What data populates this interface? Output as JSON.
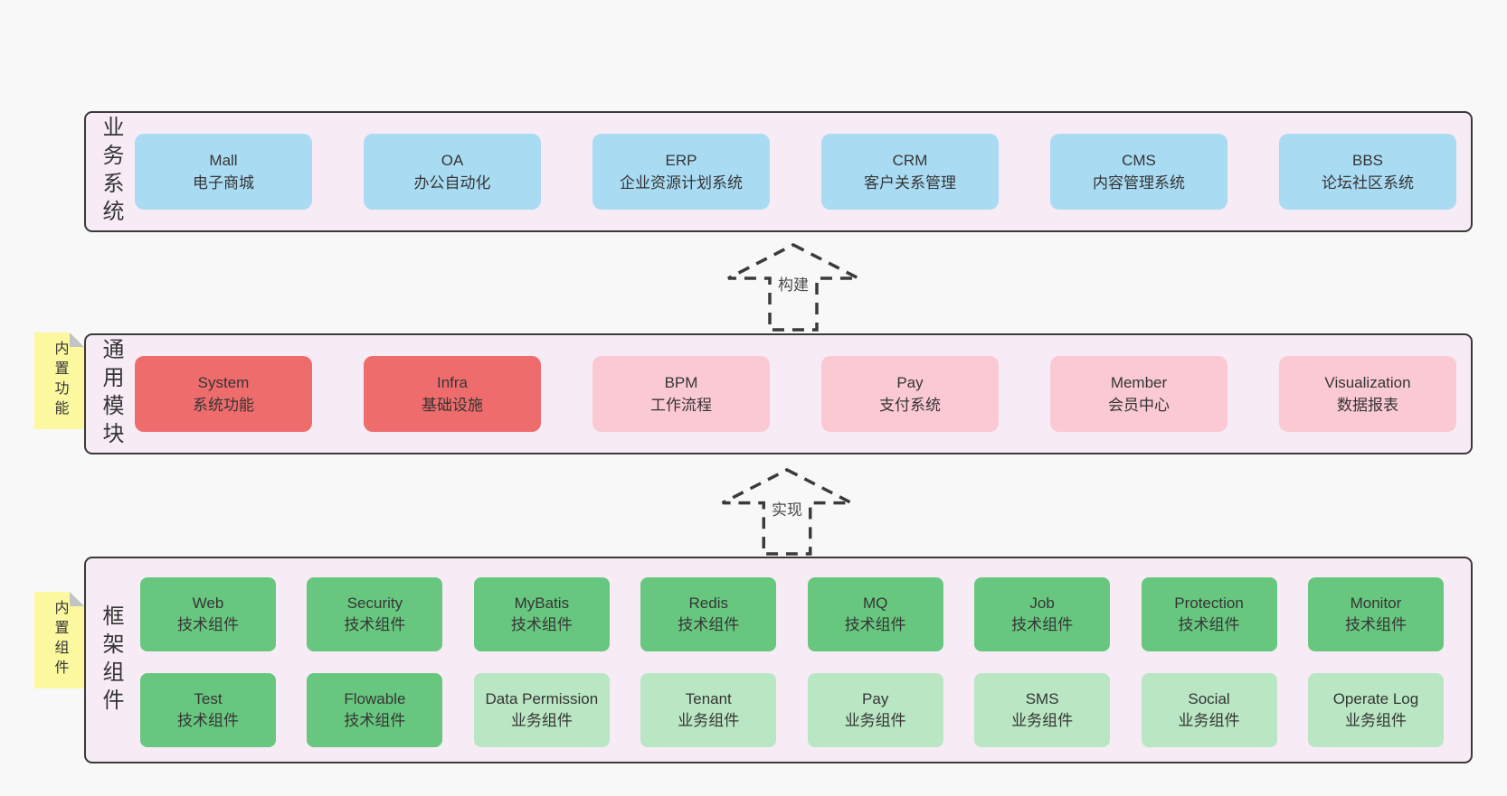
{
  "colors": {
    "page_bg": "#f8f8f8",
    "band_bg": "#f7ecf5",
    "band_border": "#3a3a3a",
    "blue_node": "#a9dbf3",
    "red_node": "#ef6c6c",
    "pink_node": "#fac9d3",
    "green_dark_node": "#68c77f",
    "green_light_node": "#b9e6c3",
    "sticky_yellow": "#fbf8a0",
    "sticky_fold": "#c2c3c5",
    "text": "#353535"
  },
  "bands": {
    "business": {
      "label": "业务系统",
      "items": [
        {
          "name": "Mall",
          "desc": "电子商城"
        },
        {
          "name": "OA",
          "desc": "办公自动化"
        },
        {
          "name": "ERP",
          "desc": "企业资源计划系统"
        },
        {
          "name": "CRM",
          "desc": "客户关系管理"
        },
        {
          "name": "CMS",
          "desc": "内容管理系统"
        },
        {
          "name": "BBS",
          "desc": "论坛社区系统"
        }
      ]
    },
    "modules": {
      "label": "通用模块",
      "sticky": "内置功能",
      "items": [
        {
          "name": "System",
          "desc": "系统功能"
        },
        {
          "name": "Infra",
          "desc": "基础设施"
        },
        {
          "name": "BPM",
          "desc": "工作流程"
        },
        {
          "name": "Pay",
          "desc": "支付系统"
        },
        {
          "name": "Member",
          "desc": "会员中心"
        },
        {
          "name": "Visualization",
          "desc": "数据报表"
        }
      ]
    },
    "components": {
      "label": "框架组件",
      "sticky": "内置组件",
      "row1": [
        {
          "name": "Web",
          "desc": "技术组件"
        },
        {
          "name": "Security",
          "desc": "技术组件"
        },
        {
          "name": "MyBatis",
          "desc": "技术组件"
        },
        {
          "name": "Redis",
          "desc": "技术组件"
        },
        {
          "name": "MQ",
          "desc": "技术组件"
        },
        {
          "name": "Job",
          "desc": "技术组件"
        },
        {
          "name": "Protection",
          "desc": "技术组件"
        },
        {
          "name": "Monitor",
          "desc": "技术组件"
        }
      ],
      "row2": [
        {
          "name": "Test",
          "desc": "技术组件"
        },
        {
          "name": "Flowable",
          "desc": "技术组件"
        },
        {
          "name": "Data Permission",
          "desc": "业务组件"
        },
        {
          "name": "Tenant",
          "desc": "业务组件"
        },
        {
          "name": "Pay",
          "desc": "业务组件"
        },
        {
          "name": "SMS",
          "desc": "业务组件"
        },
        {
          "name": "Social",
          "desc": "业务组件"
        },
        {
          "name": "Operate Log",
          "desc": "业务组件"
        }
      ]
    }
  },
  "arrows": [
    {
      "label": "构建"
    },
    {
      "label": "实现"
    }
  ]
}
